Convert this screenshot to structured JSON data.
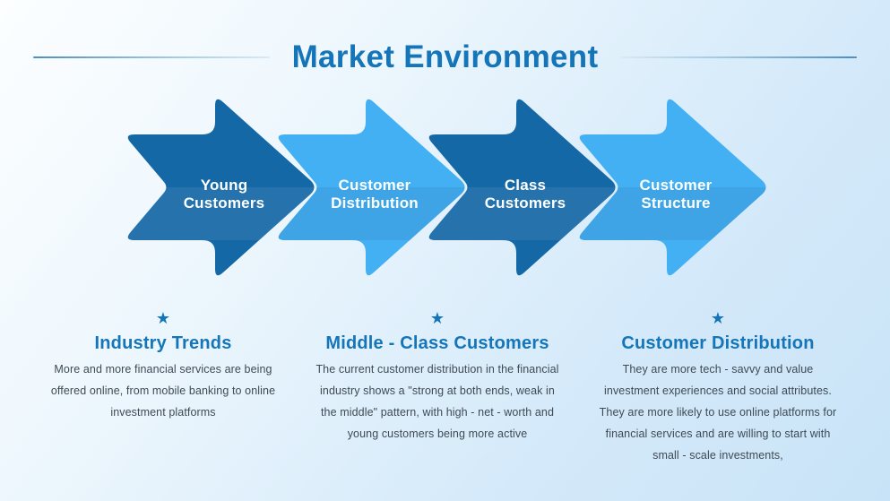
{
  "slide": {
    "title": "Market Environment"
  },
  "arrows": [
    {
      "label": "Young\nCustomers"
    },
    {
      "label": "Customer\nDistribution"
    },
    {
      "label": "Class\nCustomers"
    },
    {
      "label": "Customer\nStructure"
    }
  ],
  "sections": [
    {
      "icon": "star-icon",
      "icon_glyph": "★",
      "heading": "Industry Trends",
      "body": "More and more financial services are being\noffered online, from mobile banking to online\ninvestment platforms"
    },
    {
      "icon": "star-icon",
      "icon_glyph": "★",
      "heading": "Middle - Class Customers",
      "body": "The current customer distribution in the financial\nindustry shows a \"strong at both ends, weak in\nthe middle\" pattern, with high - net - worth and\nyoung customers being more active"
    },
    {
      "icon": "star-icon",
      "icon_glyph": "★",
      "heading": "Customer Distribution",
      "body": "They are more tech - savvy and value\ninvestment experiences and social attributes.\nThey are more likely to use online platforms for\nfinancial services and are willing to start with\nsmall - scale investments,"
    }
  ],
  "colors": {
    "accent": "#1475b9",
    "arrow_dark": "#1568a6",
    "arrow_light": "#44b0f4",
    "body_text": "#3e4a54"
  }
}
